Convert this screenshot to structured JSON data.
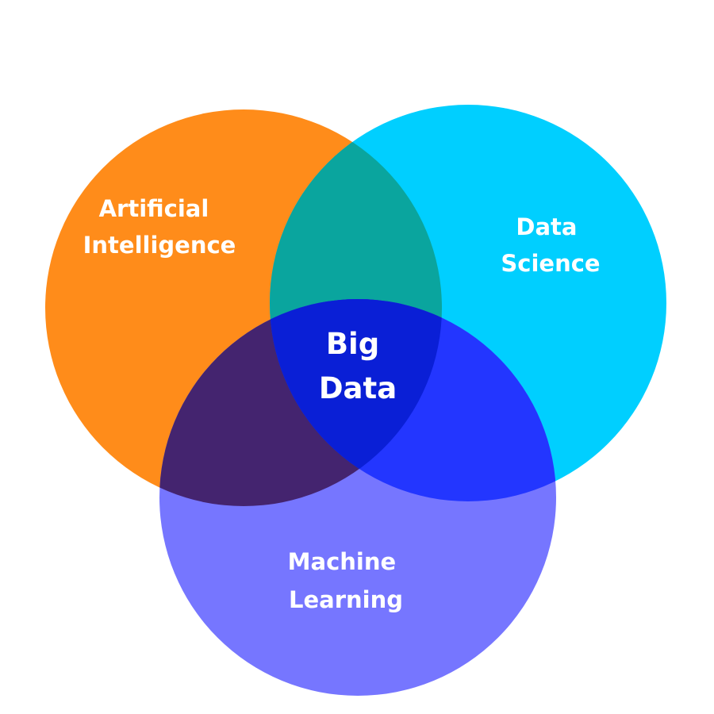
{
  "diagram": {
    "type": "venn",
    "sets": [
      {
        "id": "ai",
        "lines": [
          "Artificial",
          "Intelligence"
        ],
        "color": "#FF8C1A"
      },
      {
        "id": "ds",
        "lines": [
          "Data",
          "Science"
        ],
        "color": "#00CFFF"
      },
      {
        "id": "ml",
        "lines": [
          "Machine",
          "Learning"
        ],
        "color": "#7676FF"
      }
    ],
    "regions": {
      "ai_ds": {
        "color": "#0AA59E"
      },
      "ai_ml": {
        "color": "#44246F"
      },
      "ds_ml": {
        "color": "#2336FF"
      },
      "center": {
        "color": "#0A1FD6"
      }
    },
    "center_label": {
      "lines": [
        "Big",
        "Data"
      ]
    }
  }
}
